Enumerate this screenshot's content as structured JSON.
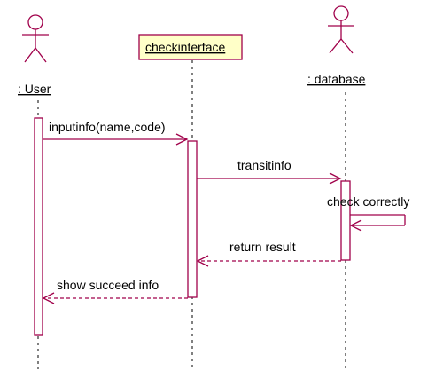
{
  "colors": {
    "line": "#a0004a",
    "lifeline": "#000000",
    "box_fill": "#ffffc8",
    "activation_fill": "#ffffff"
  },
  "participants": [
    {
      "id": "user",
      "kind": "actor",
      "label": ": User"
    },
    {
      "id": "checkinterface",
      "kind": "object",
      "label": "checkinterface"
    },
    {
      "id": "database",
      "kind": "actor",
      "label": ": database"
    }
  ],
  "messages": [
    {
      "from": "user",
      "to": "checkinterface",
      "label": "inputinfo(name,code)",
      "style": "solid"
    },
    {
      "from": "checkinterface",
      "to": "database",
      "label": "transitinfo",
      "style": "solid"
    },
    {
      "from": "database",
      "to": "database",
      "label": "check correctly",
      "style": "solid"
    },
    {
      "from": "database",
      "to": "checkinterface",
      "label": "return result",
      "style": "dashed"
    },
    {
      "from": "checkinterface",
      "to": "user",
      "label": "show succeed info",
      "style": "dashed"
    }
  ]
}
